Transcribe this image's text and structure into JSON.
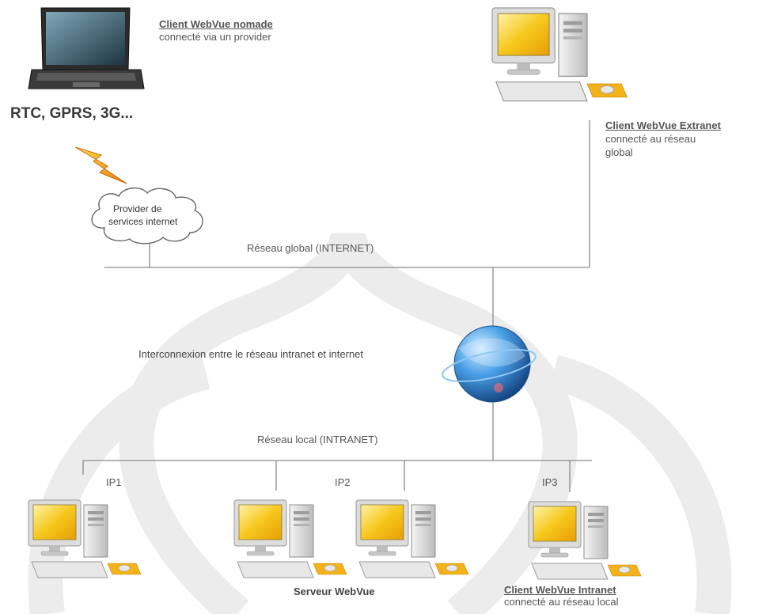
{
  "nomad_client": {
    "title": "Client WebVue nomade",
    "subtitle": "connecté via un provider"
  },
  "connection_types": "RTC, GPRS, 3G...",
  "provider": {
    "line1": "Provider de",
    "line2": "services internet"
  },
  "extranet_client": {
    "title": "Client WebVue Extranet",
    "line1": "connecté au réseau",
    "line2": "global"
  },
  "internet_label": "Réseau global (INTERNET)",
  "interconnect_label": "Interconnexion entre le réseau intranet et internet",
  "intranet_label": "Réseau local (INTRANET)",
  "ip_labels": [
    "IP1",
    "IP2",
    "IP3"
  ],
  "server_label": "Serveur WebVue",
  "intranet_client": {
    "title": "Client WebVue Intranet",
    "subtitle": "connecté au réseau local"
  },
  "colors": {
    "line": "#8a8a8a",
    "screen_yellow": "#f4c21a",
    "case_gray": "#cfcfcf",
    "globe_blue": "#2f7fd0",
    "bolt_orange": "#f59a12",
    "watermark": "#e6e6e6"
  }
}
